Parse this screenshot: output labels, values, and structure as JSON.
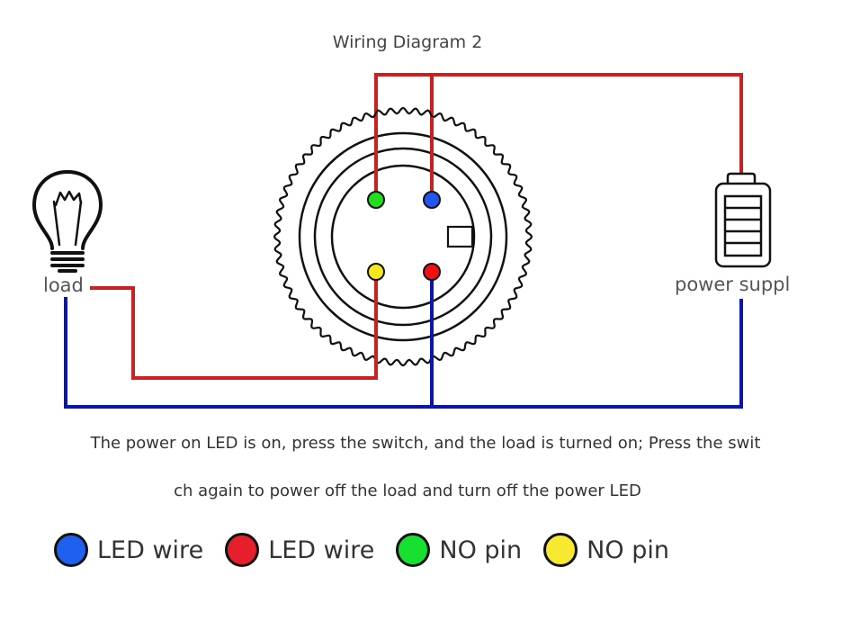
{
  "title": "Wiring Diagram 2",
  "labels": {
    "load": "load",
    "power_supply": "power suppl"
  },
  "description": {
    "line1": "The power on LED is on, press the switch, and the load is turned on; Press the swit",
    "line2": "ch again to power off the load and turn off the power LED"
  },
  "pins": [
    {
      "name": "green-pin",
      "color": "#22dd22",
      "position": "top-left"
    },
    {
      "name": "blue-pin",
      "color": "#2255ee",
      "position": "top-right"
    },
    {
      "name": "yellow-pin",
      "color": "#f5e61e",
      "position": "bottom-left"
    },
    {
      "name": "red-pin",
      "color": "#ee1111",
      "position": "bottom-right"
    }
  ],
  "wire_colors": {
    "red": "#cc1f1f",
    "blue": "#0a14b0"
  },
  "legend": [
    {
      "color": "#2060ee",
      "label": "LED wire"
    },
    {
      "color": "#e6202a",
      "label": "LED wire"
    },
    {
      "color": "#18e030",
      "label": "NO pin"
    },
    {
      "color": "#f7e830",
      "label": "NO pin"
    }
  ]
}
